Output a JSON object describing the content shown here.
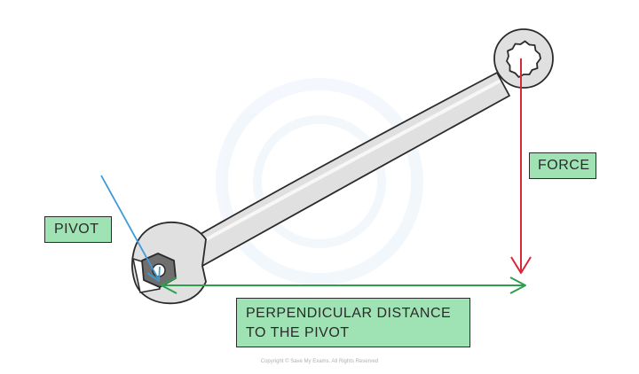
{
  "labels": {
    "pivot": "PIVOT",
    "force": "FORCE",
    "distance_line1": "PERPENDICULAR DISTANCE",
    "distance_line2": "TO THE PIVOT"
  },
  "copyright": "Copyright © Save My Exams. All Rights Reserved",
  "colors": {
    "label_fill": "#9fe3b4",
    "force_arrow": "#d62839",
    "distance_arrow": "#2e9e4f",
    "pivot_arrow": "#3d9ad8",
    "wrench_fill": "#e0e0e0",
    "outline": "#2b2b2b"
  }
}
